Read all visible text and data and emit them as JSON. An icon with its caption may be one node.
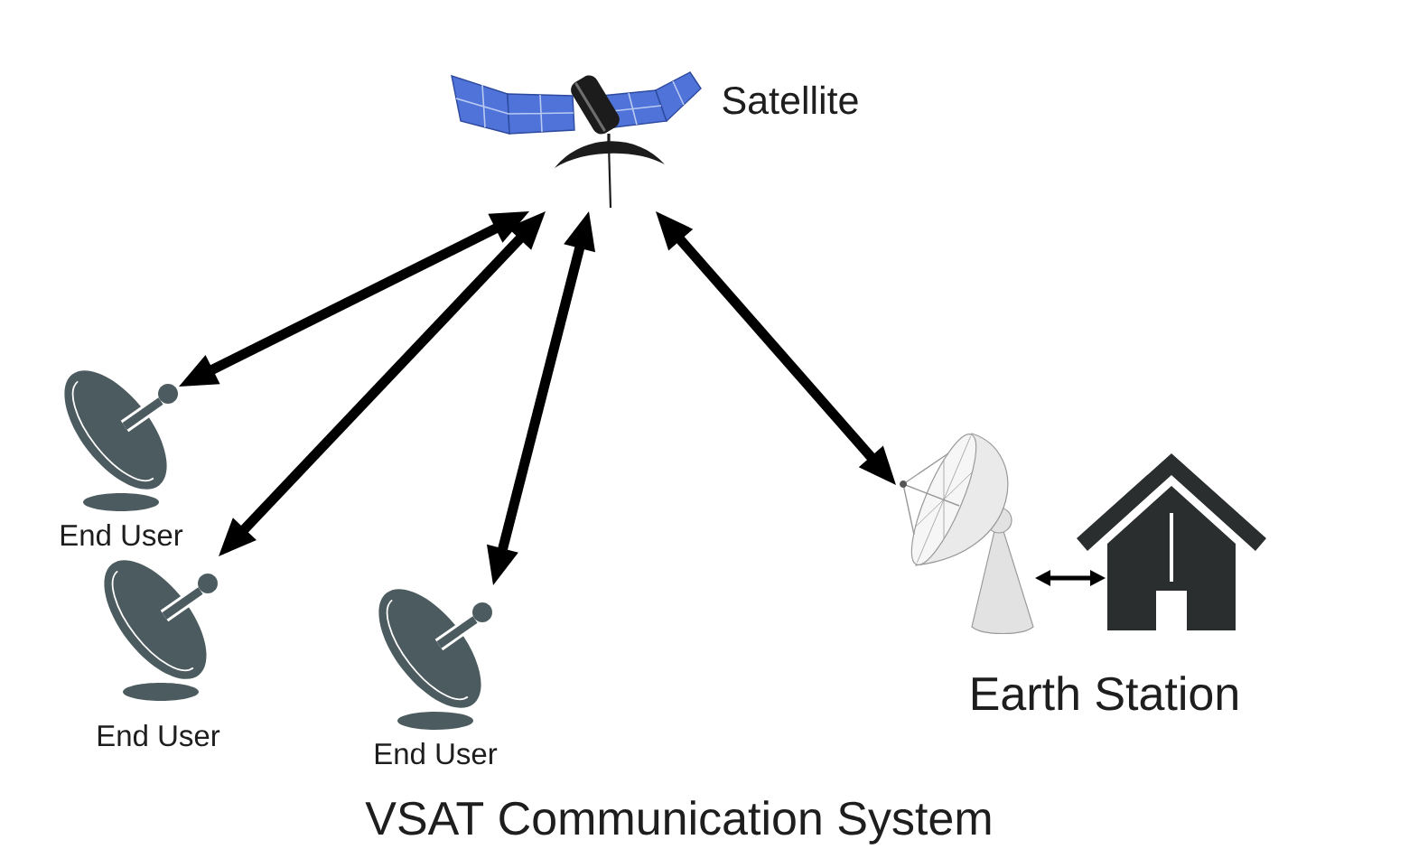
{
  "diagram": {
    "caption": "VSAT Communication System",
    "nodes": [
      {
        "text": [],
        "shape": "picture",
        "beside": [
          "Satellite"
        ]
      },
      {
        "text": [],
        "shape": "picture",
        "beside": [
          "End User"
        ]
      },
      {
        "text": [],
        "shape": "picture",
        "beside": [
          "End User"
        ]
      },
      {
        "text": [],
        "shape": "picture",
        "beside": [
          "End User"
        ]
      },
      {
        "text": [],
        "shape": "picture"
      },
      {
        "text": [],
        "shape": "picture"
      }
    ],
    "edges": [
      {
        "from": 0,
        "to": 1,
        "arrow": "both"
      },
      {
        "from": 0,
        "to": 2,
        "arrow": "both"
      },
      {
        "from": 0,
        "to": 3,
        "arrow": "both"
      },
      {
        "from": 0,
        "to": 4,
        "arrow": "both"
      },
      {
        "from": 4,
        "to": 5,
        "arrow": "both"
      }
    ],
    "labels": [
      "Earth Station"
    ]
  }
}
